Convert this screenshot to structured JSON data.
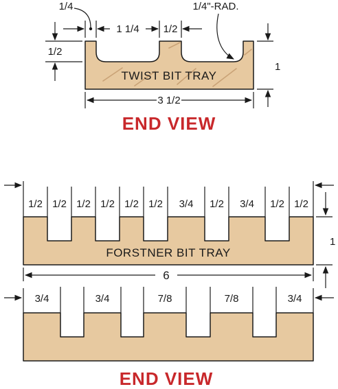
{
  "twist_tray": {
    "label": "TWIST BIT TRAY",
    "view_title": "END VIEW",
    "dims": {
      "left_gap": "1/4",
      "pocket_width": "1 1/4",
      "divider_width": "1/2",
      "radius": "1/4\"-RAD.",
      "pocket_depth": "1/2",
      "height": "1",
      "overall_width": "3 1/2"
    }
  },
  "forstner_tray": {
    "label": "FORSTNER BIT TRAY",
    "view_title": "END VIEW",
    "top_row": [
      "1/2",
      "1/2",
      "1/2",
      "1/2",
      "1/2",
      "1/2",
      "3/4",
      "1/2",
      "3/4",
      "1/2",
      "1/2"
    ],
    "bottom_row": [
      "3/4",
      "3/4",
      "7/8",
      "7/8",
      "3/4"
    ],
    "height": "1",
    "overall_width": "6"
  },
  "colors": {
    "wood": "#e7c9a0",
    "title": "#c8282b",
    "line": "#1a1a1a"
  }
}
